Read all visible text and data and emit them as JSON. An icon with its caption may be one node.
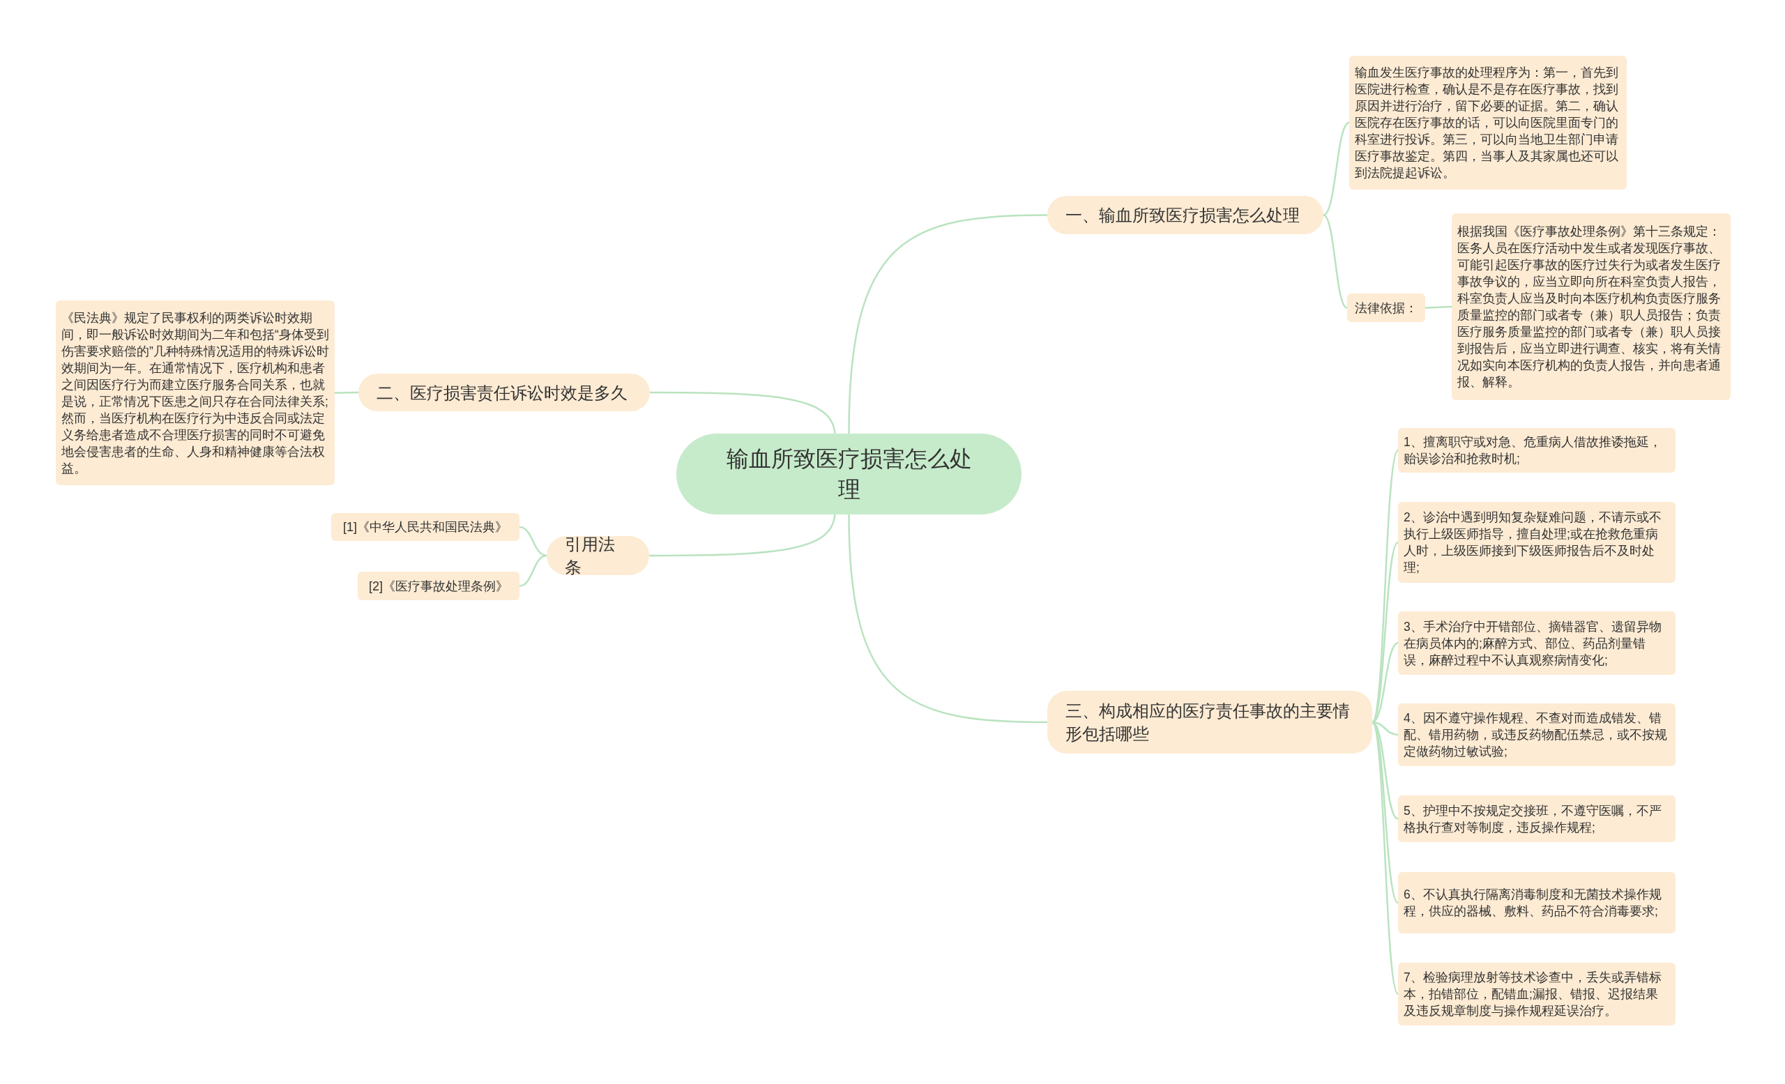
{
  "diagram": {
    "nodes": [
      {
        "text": [
          "输血所致医疗损害怎么处理"
        ]
      },
      {
        "text": [
          "一、输血所致医疗损害怎么处理"
        ]
      },
      {
        "text": [
          "输血发生医疗事故的处理程序为：第一，首先到医院进行检查，确认是不是存在医疗事故，找到原因并进行治疗，留下必要的证据。第二，确认医院存在医疗事故的话，可以向医院里面专门的科室进行投诉。第三，可以向当地卫生部门申请医疗事故鉴定。第四，当事人及其家属也还可以到法院提起诉讼。"
        ]
      },
      {
        "text": [
          "法律依据："
        ]
      },
      {
        "text": [
          "根据我国《医疗事故处理条例》第十三条规定：医务人员在医疗活动中发生或者发现医疗事故、可能引起医疗事故的医疗过失行为或者发生医疗事故争议的，应当立即向所在科室负责人报告，科室负责人应当及时向本医疗机构负责医疗服务质量监控的部门或者专（兼）职人员报告；负责医疗服务质量监控的部门或者专（兼）职人员接到报告后，应当立即进行调查、核实，将有关情况如实向本医疗机构的负责人报告，并向患者通报、解释。"
        ]
      },
      {
        "text": [
          "二、医疗损害责任诉讼时效是多久"
        ]
      },
      {
        "text": [
          "《民法典》规定了民事权利的两类诉讼时效期间，即一般诉讼时效期间为二年和包括“身体受到伤害要求赔偿的”几种特殊情况适用的特殊诉讼时效期间为一年。在通常情况下，医疗机构和患者之间因医疗行为而建立医疗服务合同关系，也就是说，正常情况下医患之间只存在合同法律关系;然而，当医疗机构在医疗行为中违反合同或法定义务给患者造成不合理医疗损害的同时不可避免地会侵害患者的生命、人身和精神健康等合法权益。"
        ]
      },
      {
        "text": [
          "引用法条"
        ]
      },
      {
        "text": [
          "[1]《中华人民共和国民法典》"
        ]
      },
      {
        "text": [
          "[2]《医疗事故处理条例》"
        ]
      },
      {
        "text": [
          "三、构成相应的医疗责任事故的主要情形包括哪些"
        ]
      },
      {
        "text": [
          "1、擅离职守或对急、危重病人借故推诿拖延，贻误诊治和抢救时机;"
        ]
      },
      {
        "text": [
          "2、诊治中遇到明知复杂疑难问题，不请示或不执行上级医师指导，擅自处理;或在抢救危重病人时，上级医师接到下级医师报告后不及时处理;"
        ]
      },
      {
        "text": [
          "3、手术治疗中开错部位、摘错器官、遗留异物在病员体内的;麻醉方式、部位、药品剂量错误，麻醉过程中不认真观察病情变化;"
        ]
      },
      {
        "text": [
          "4、因不遵守操作规程、不查对而造成错发、错配、错用药物，或违反药物配伍禁忌，或不按规定做药物过敏试验;"
        ]
      },
      {
        "text": [
          "5、护理中不按规定交接班，不遵守医嘱，不严格执行查对等制度，违反操作规程;"
        ]
      },
      {
        "text": [
          "6、不认真执行隔离消毒制度和无菌技术操作规程，供应的器械、敷料、药品不符合消毒要求;"
        ]
      },
      {
        "text": [
          "7、检验病理放射等技术诊查中，丢失或弄错标本，拍错部位，配错血;漏报、错报、迟报结果及违反规章制度与操作规程延误治疗。"
        ]
      }
    ],
    "edges": [
      {
        "from": 0,
        "to": 1,
        "arrow": "none"
      },
      {
        "from": 1,
        "to": 2,
        "arrow": "none"
      },
      {
        "from": 1,
        "to": 3,
        "arrow": "none"
      },
      {
        "from": 3,
        "to": 4,
        "arrow": "none"
      },
      {
        "from": 0,
        "to": 5,
        "arrow": "none"
      },
      {
        "from": 5,
        "to": 6,
        "arrow": "none"
      },
      {
        "from": 0,
        "to": 7,
        "arrow": "none"
      },
      {
        "from": 7,
        "to": 8,
        "arrow": "none"
      },
      {
        "from": 7,
        "to": 9,
        "arrow": "none"
      },
      {
        "from": 0,
        "to": 10,
        "arrow": "none"
      },
      {
        "from": 10,
        "to": 11,
        "arrow": "none"
      },
      {
        "from": 10,
        "to": 12,
        "arrow": "none"
      },
      {
        "from": 10,
        "to": 13,
        "arrow": "none"
      },
      {
        "from": 10,
        "to": 14,
        "arrow": "none"
      },
      {
        "from": 10,
        "to": 15,
        "arrow": "none"
      },
      {
        "from": 10,
        "to": 16,
        "arrow": "none"
      },
      {
        "from": 10,
        "to": 17,
        "arrow": "none"
      }
    ]
  }
}
